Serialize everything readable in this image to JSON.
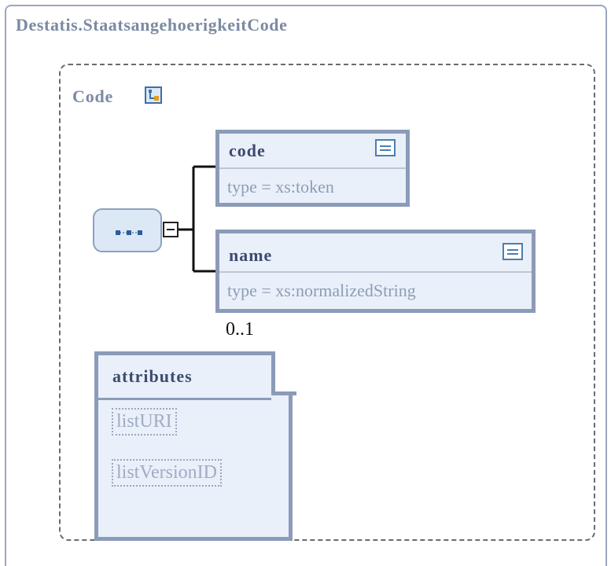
{
  "complex_type": {
    "title": "Destatis.StaatsangehoerigkeitCode"
  },
  "group": {
    "name": "Code",
    "icon": "complex-type-icon"
  },
  "sequence": {
    "icon": "sequence-icon",
    "collapse_icon": "collapse-minus-icon"
  },
  "elements": [
    {
      "name": "code",
      "type": "type = xs:token",
      "icon": "documentation-icon"
    },
    {
      "name": "name",
      "type": "type = xs:normalizedString",
      "icon": "documentation-icon",
      "multiplicity": "0..1"
    }
  ],
  "attributes": {
    "title": "attributes",
    "items": [
      "listURI",
      "listVersionID"
    ]
  }
}
